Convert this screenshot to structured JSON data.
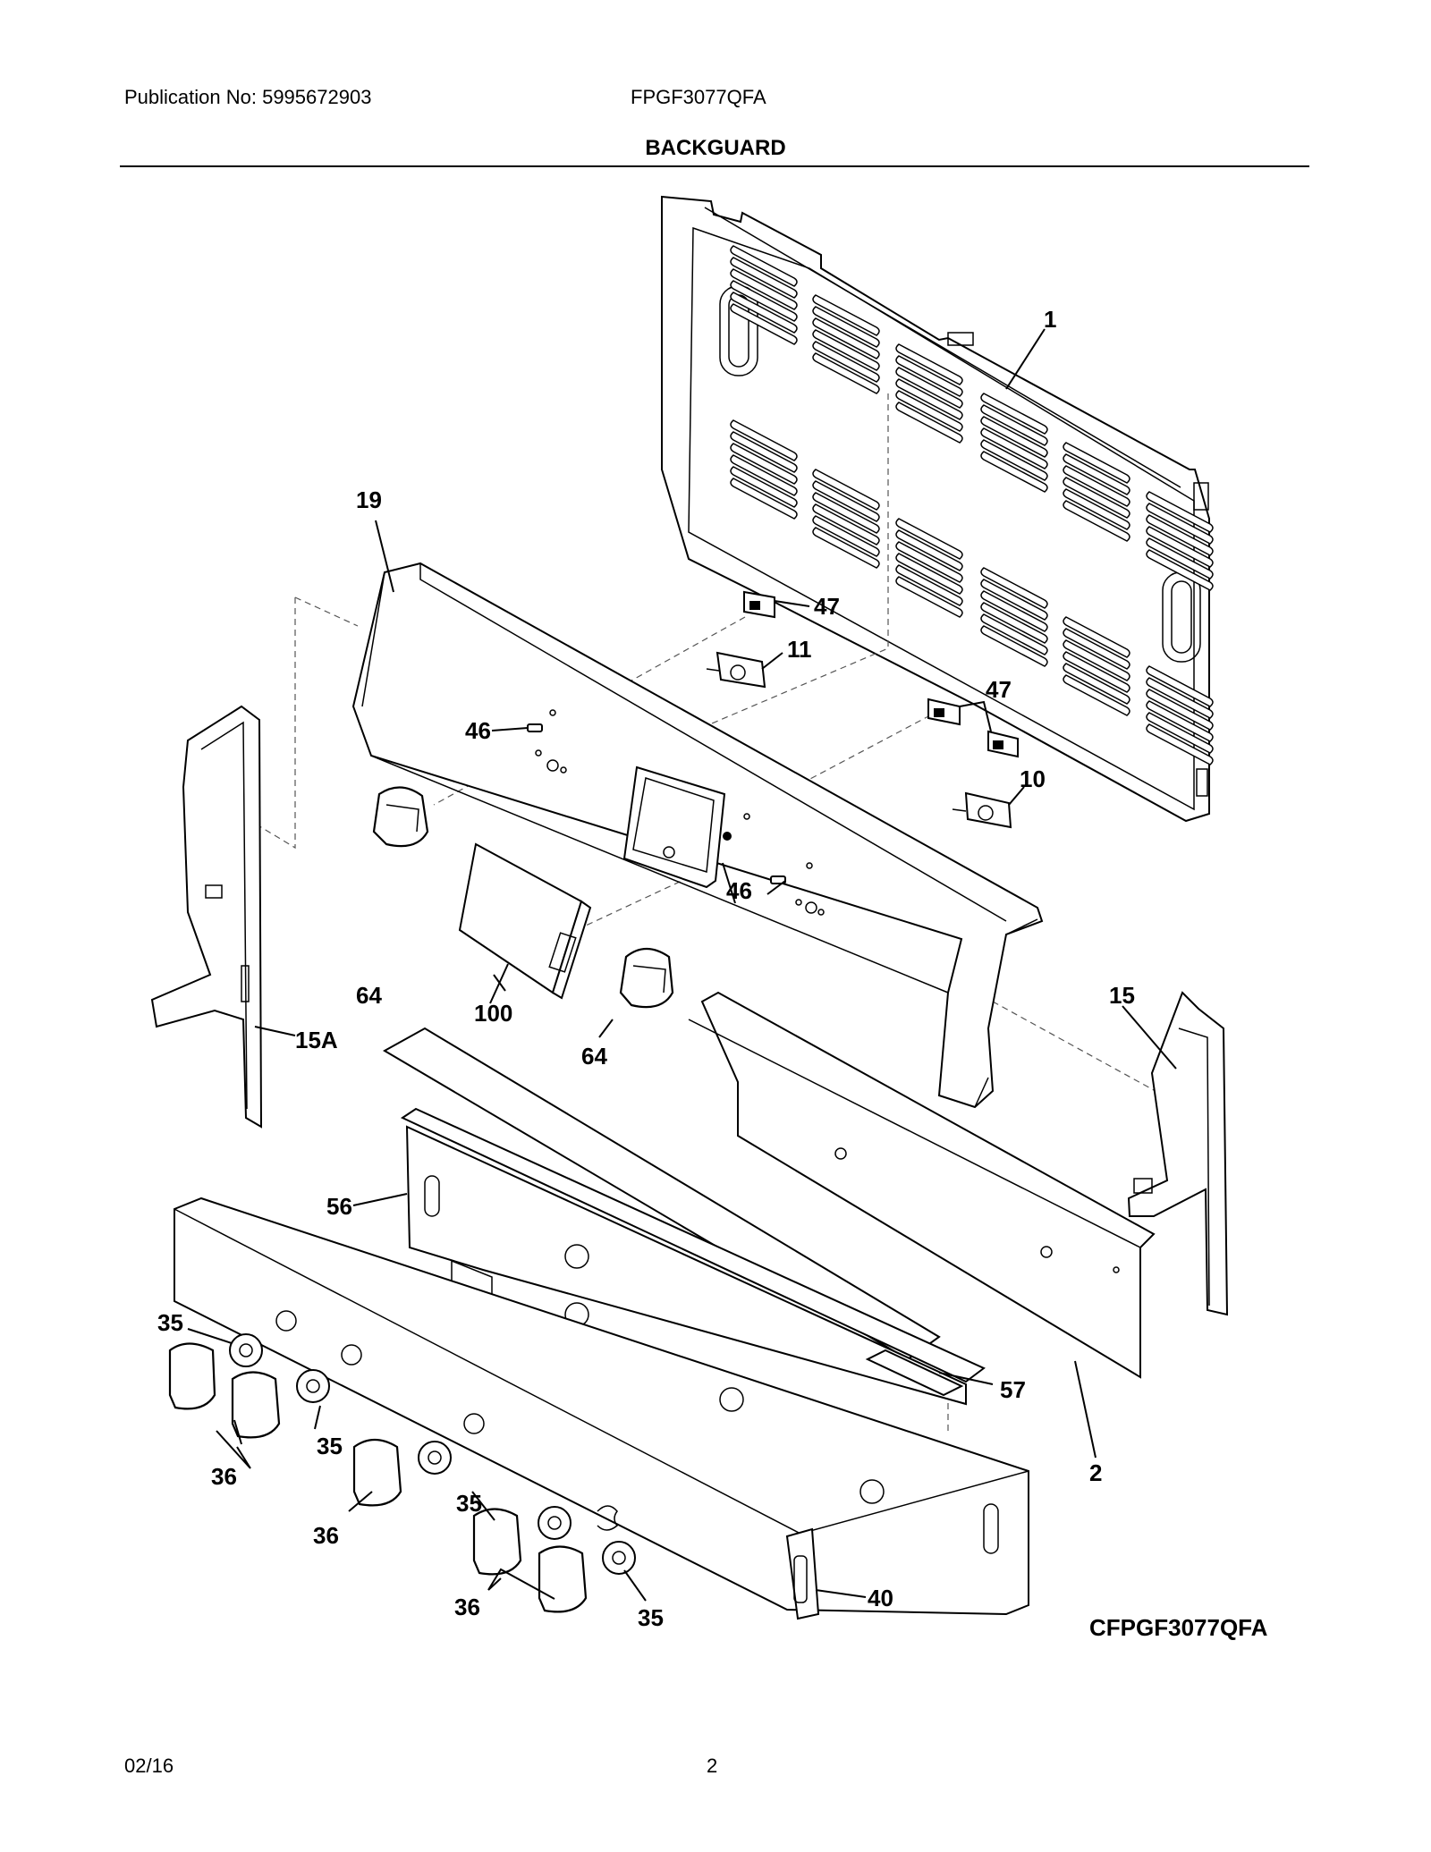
{
  "header": {
    "publication": "Publication No: 5995672903",
    "model": "FPGF3077QFA",
    "title": "BACKGUARD"
  },
  "diagram": {
    "code": "CFPGF3077QFA",
    "callouts": {
      "p1": "1",
      "p19": "19",
      "p47a": "47",
      "p11": "11",
      "p47b": "47",
      "p46a": "46",
      "p10": "10",
      "p46b": "46",
      "p64a": "64",
      "p100": "100",
      "p15": "15",
      "p15a": "15A",
      "p64b": "64",
      "p56": "56",
      "p35a": "35",
      "p57": "57",
      "p35b": "35",
      "p2": "2",
      "p36a": "36",
      "p35c": "35",
      "p36b": "36",
      "p40": "40",
      "p36c": "36",
      "p35d": "35"
    }
  },
  "footer": {
    "date": "02/16",
    "page": "2"
  }
}
